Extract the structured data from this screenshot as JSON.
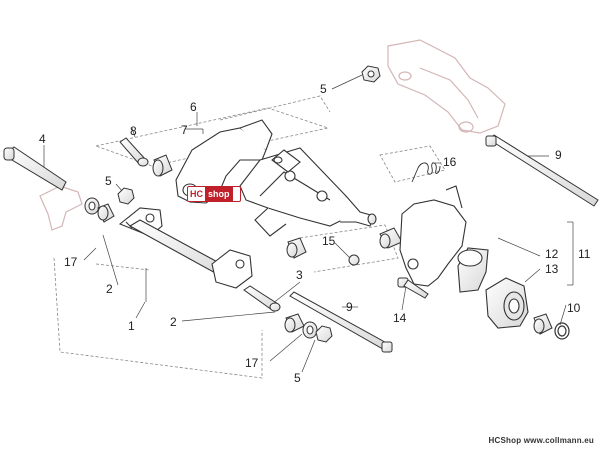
{
  "diagram": {
    "callouts": [
      "5",
      "6",
      "7",
      "8",
      "4",
      "16",
      "9",
      "5",
      "15",
      "12",
      "11",
      "13",
      "17",
      "2",
      "3",
      "10",
      "1",
      "2",
      "9",
      "14",
      "17",
      "5"
    ],
    "logo": {
      "left": "HC",
      "right": "shop"
    },
    "footer": "HCShop www.collmann.eu",
    "colors": {
      "line": "#333333",
      "ghost": "#c9a9a9",
      "dash": "#888888",
      "accent": "#c0202a"
    }
  }
}
